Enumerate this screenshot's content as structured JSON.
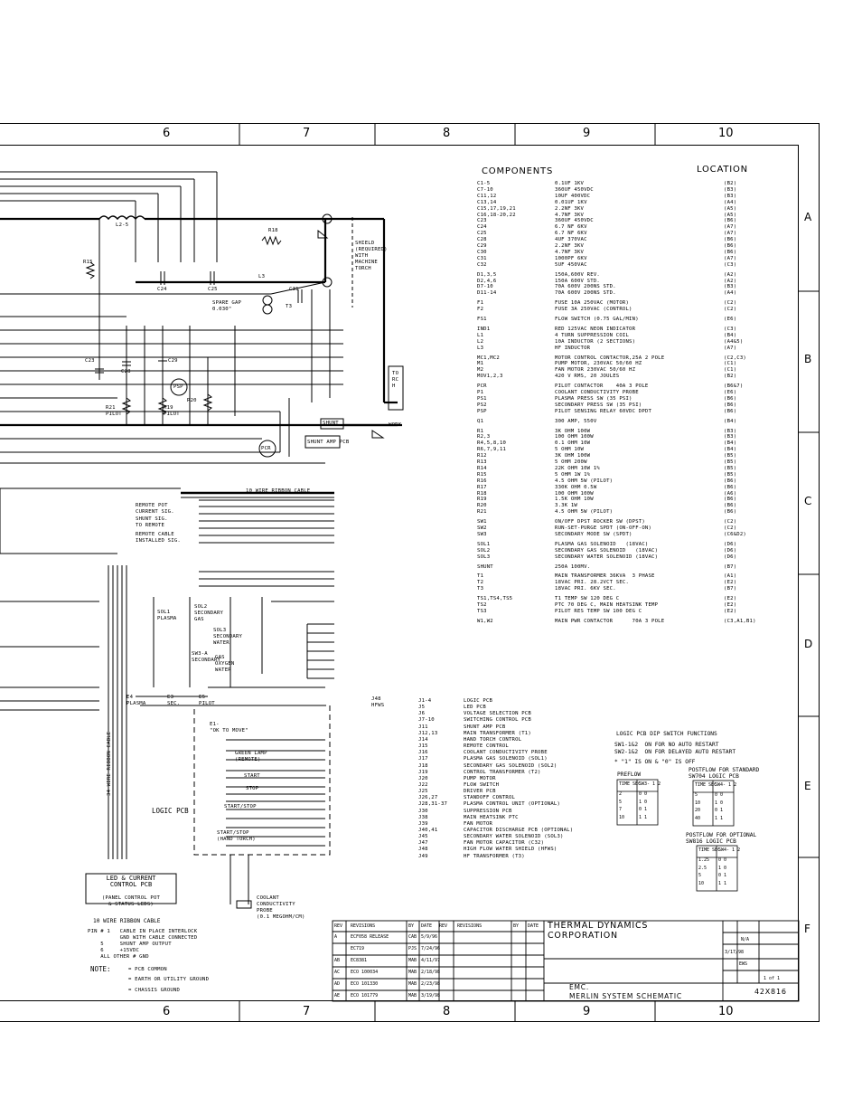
{
  "columns": [
    "6",
    "7",
    "8",
    "9",
    "10"
  ],
  "rows": [
    "A",
    "B",
    "C",
    "D",
    "E",
    "F"
  ],
  "components_header": "COMPONENTS",
  "location_header": "LOCATION",
  "components": [
    [
      "C1-5",
      "0.1UF 1KV",
      "(B2)"
    ],
    [
      "C7-10",
      "360UF 450VDC",
      "(B3)"
    ],
    [
      "C11,12",
      "10UF 400VDC",
      "(B3)"
    ],
    [
      "C13,14",
      "0.01UF 1KV",
      "(A4)"
    ],
    [
      "C15,17,19,21",
      "2.2NF 3KV",
      "(A5)"
    ],
    [
      "C16,18-20,22",
      "4.7NF 3KV",
      "(A5)"
    ],
    [
      "C23",
      "360UF 450VDC",
      "(B6)"
    ],
    [
      "C24",
      "6.7 NF 6KV",
      "(A7)"
    ],
    [
      "C25",
      "6.7 NF 6KV",
      "(A7)"
    ],
    [
      "C28",
      "4UF 370VAC",
      "(B6)"
    ],
    [
      "C29",
      "2.2NF 3KV",
      "(B6)"
    ],
    [
      "C30",
      "4.7NF 3KV",
      "(B6)"
    ],
    [
      "C31",
      "1000PF 6KV",
      "(A7)"
    ],
    [
      "C32",
      "5UF 450VAC",
      "(C3)"
    ],
    [
      "",
      "",
      ""
    ],
    [
      "D1,3,5",
      "150A,600V REV.",
      "(A2)"
    ],
    [
      "D2,4,6",
      "150A 600V STD.",
      "(A2)"
    ],
    [
      "D7-10",
      "70A 600V 200NS STD.",
      "(B3)"
    ],
    [
      "D11-14",
      "70A 600V 200NS STD.",
      "(A4)"
    ],
    [
      "",
      "",
      ""
    ],
    [
      "F1",
      "FUSE 10A 250VAC (MOTOR)",
      "(C2)"
    ],
    [
      "F2",
      "FUSE 3A 250VAC (CONTROL)",
      "(C2)"
    ],
    [
      "",
      "",
      ""
    ],
    [
      "FS1",
      "FLOW SWITCH (0.75 GAL/MIN)",
      "(E6)"
    ],
    [
      "",
      "",
      ""
    ],
    [
      "IND1",
      "RED 125VAC NEON INDICATOR",
      "(C3)"
    ],
    [
      "L1",
      "4 TURN SUPPRESSION COIL",
      "(B4)"
    ],
    [
      "L2",
      "10A INDUCTOR (2 SECTIONS)",
      "(A4&5)"
    ],
    [
      "L3",
      "HF INDUCTOR",
      "(A7)"
    ],
    [
      "",
      "",
      ""
    ],
    [
      "MC1,MC2",
      "MOTOR CONTROL CONTACTOR,25A 2 POLE",
      "(C2,C3)"
    ],
    [
      "M1",
      "PUMP MOTOR, 230VAC 50/60 HZ",
      "(C1)"
    ],
    [
      "M2",
      "FAN MOTOR 230VAC 50/60 HZ",
      "(C1)"
    ],
    [
      "MOV1,2,3",
      "420 V RMS, 20 JOULES",
      "(B2)"
    ],
    [
      "",
      "",
      ""
    ],
    [
      "PCR",
      "PILOT CONTACTOR    40A 3 POLE",
      "(B6&7)"
    ],
    [
      "P1",
      "COOLANT CONDUCTIVITY PROBE",
      "(E6)"
    ],
    [
      "PS1",
      "PLASMA PRESS SW (35 PSI)",
      "(B6)"
    ],
    [
      "PS2",
      "SECONDARY PRESS SW (35 PSI)",
      "(B6)"
    ],
    [
      "PSP",
      "PILOT SENSING RELAY 60VDC DPDT",
      "(B6)"
    ],
    [
      "",
      "",
      ""
    ],
    [
      "Q1",
      "300 AMP, 550V",
      "(B4)"
    ],
    [
      "",
      "",
      ""
    ],
    [
      "R1",
      "3K OHM 100W",
      "(B3)"
    ],
    [
      "R2,3",
      "100 OHM 100W",
      "(B3)"
    ],
    [
      "R4,5,8,10",
      "0.1 OHM 10W",
      "(B4)"
    ],
    [
      "R6,7,9,11",
      "5 OHM 10W",
      "(B4)"
    ],
    [
      "R12",
      "3K OHM 100W",
      "(B5)"
    ],
    [
      "R13",
      "5 OHM 200W",
      "(B5)"
    ],
    [
      "R14",
      "22K OHM 10W 1%",
      "(B5)"
    ],
    [
      "R15",
      "5 OHM 1W 1%",
      "(B5)"
    ],
    [
      "R16",
      "4.5 OHM 5W (PILOT)",
      "(B6)"
    ],
    [
      "R17",
      "330K OHM 0.5W",
      "(B6)"
    ],
    [
      "R18",
      "100 OHM 100W",
      "(A6)"
    ],
    [
      "R19",
      "1.5K OHM 10W",
      "(B6)"
    ],
    [
      "R20",
      "3.3K 1W",
      "(B6)"
    ],
    [
      "R21",
      "4.5 OHM 5W (PILOT)",
      "(B6)"
    ],
    [
      "",
      "",
      ""
    ],
    [
      "SW1",
      "ON/OFF DPST ROCKER SW (DPST)",
      "(C2)"
    ],
    [
      "SW2",
      "RUN-SET-PURGE SPDT (ON-OFF-ON)",
      "(C2)"
    ],
    [
      "SW3",
      "SECONDARY MODE SW (SPDT)",
      "(C6&D2)"
    ],
    [
      "",
      "",
      ""
    ],
    [
      "SOL1",
      "PLASMA GAS SOLENOID   (18VAC)",
      "(D6)"
    ],
    [
      "SOL2",
      "SECONDARY GAS SOLENOID   (18VAC)",
      "(D6)"
    ],
    [
      "SOL3",
      "SECONDARY WATER SOLENOID (18VAC)",
      "(D6)"
    ],
    [
      "",
      "",
      ""
    ],
    [
      "SHUNT",
      "250A 100MV.",
      "(B7)"
    ],
    [
      "",
      "",
      ""
    ],
    [
      "T1",
      "MAIN TRANSFORMER 36KVA  3 PHASE",
      "(A1)"
    ],
    [
      "T2",
      "18VAC PRI. 28.2VCT SEC.",
      "(E2)"
    ],
    [
      "T3",
      "18VAC PRI. 6KV SEC.",
      "(B7)"
    ],
    [
      "",
      "",
      ""
    ],
    [
      "TS1,TS4,TS5",
      "T1 TEMP SW 120 DEG C",
      "(E2)"
    ],
    [
      "TS2",
      "PTC 70 DEG C, MAIN HEATSINK TEMP",
      "(E2)"
    ],
    [
      "TS3",
      "PILOT RES TEMP SW 100 DEG C",
      "(E2)"
    ],
    [
      "",
      "",
      ""
    ],
    [
      "W1,W2",
      "MAIN PWR CONTACTOR      70A 3 POLE",
      "(C3,A1,B1)"
    ]
  ],
  "connectors": [
    [
      "J1-4",
      "LOGIC PCB"
    ],
    [
      "J5",
      "LED PCB"
    ],
    [
      "J6",
      "VOLTAGE SELECTION PCB"
    ],
    [
      "J7-10",
      "SWITCHING CONTROL PCB"
    ],
    [
      "J11",
      "SHUNT AMP PCB"
    ],
    [
      "J12,13",
      "MAIN TRANSFORMER (T1)"
    ],
    [
      "J14",
      "HAND TORCH CONTROL"
    ],
    [
      "J15",
      "REMOTE CONTROL"
    ],
    [
      "J16",
      "COOLANT CONDUCTIVITY PROBE"
    ],
    [
      "J17",
      "PLASMA GAS SOLENOID (SOL1)"
    ],
    [
      "J18",
      "SECONDARY GAS SOLENOID (SOL2)"
    ],
    [
      "J19",
      "CONTROL TRANSFORMER (T2)"
    ],
    [
      "J20",
      "PUMP MOTOR"
    ],
    [
      "J22",
      "FLOW SWITCH"
    ],
    [
      "J25",
      "DRIVER PCB"
    ],
    [
      "J26,27",
      "STANDOFF CONTROL"
    ],
    [
      "J28,31-37",
      "PLASMA CONTROL UNIT (OPTIONAL)"
    ],
    [
      "J30",
      "SUPPRESSION PCB"
    ],
    [
      "J38",
      "MAIN HEATSINK PTC"
    ],
    [
      "J39",
      "FAN MOTOR"
    ],
    [
      "J40,41",
      "CAPACITOR DISCHARGE PCB (OPTIONAL)"
    ],
    [
      "J45",
      "SECONDARY WATER SOLENOID (SOL3)"
    ],
    [
      "J47",
      "FAN MOTOR CAPACITOR (C32)"
    ],
    [
      "J48",
      "HIGH FLOW WATER SHIELD (HFWS)"
    ],
    [
      "J49",
      "HF TRANSFORMER (T3)"
    ]
  ],
  "dip": {
    "title": "LOGIC PCB DIP SWITCH FUNCTIONS",
    "lines": [
      "SW1-1&2  ON FOR NO AUTO RESTART",
      "SW2-1&2  ON FOR DELAYED AUTO RESTART",
      "* \"1\" IS ON & \"0\" IS OFF"
    ],
    "preflow_title": "PREFLOW",
    "postflow_std_title": "POSTFLOW FOR STANDARD\nSW704 LOGIC PCB",
    "postflow_opt_title": "POSTFLOW FOR OPTIONAL\nSW816 LOGIC PCB",
    "preflow_rows": [
      [
        "TIME SEC",
        "SW3- 1 2"
      ],
      [
        "2",
        "0 0"
      ],
      [
        "5",
        "1 0"
      ],
      [
        "7",
        "0 1"
      ],
      [
        "10",
        "1 1"
      ]
    ],
    "post_std_rows": [
      [
        "TIME SEC",
        "SW4- 1 2"
      ],
      [
        "5",
        "0 0"
      ],
      [
        "10",
        "1 0"
      ],
      [
        "20",
        "0 1"
      ],
      [
        "40",
        "1 1"
      ]
    ],
    "post_opt_rows": [
      [
        "TIME SEC",
        "SW4- 1 2"
      ],
      [
        "1.25",
        "0 0"
      ],
      [
        "2.5",
        "1 0"
      ],
      [
        "5",
        "0 1"
      ],
      [
        "10",
        "1 1"
      ]
    ]
  },
  "diagram_labels": {
    "l2": "L2-5",
    "r15": "R15",
    "r18": "R18",
    "c24": "C24",
    "c25": "C25",
    "c31": "C31",
    "c23": "C23",
    "c28": "C28",
    "c29": "C29",
    "r21": "R21",
    "r19": "R19",
    "r20": "R20",
    "pilot1": "PILOT",
    "pilot2": "PILOT",
    "l3": "L3",
    "t3": "T3",
    "sparegap": "SPARE GAP\n0.030\"",
    "shield": "SHIELD\n(REQUIRED)\nWITH\nMACHINE\nTORCH",
    "torch": "TORCH",
    "work": "WORK",
    "shunt": "SHUNT",
    "shunt_amp": "SHUNT AMP PCB",
    "pcr": "PCR",
    "psp": "PSP",
    "ribbon": "10 WIRE RIBBON CABLE",
    "remote_pot": "REMOTE POT\nCURRENT SIG.",
    "shunt_sig": "SHUNT SIG.\nTO REMOTE",
    "remote_cable": "REMOTE CABLE\nINSTALLED SIG.",
    "sol1": "SOL1\nPLASMA",
    "sol2": "SOL2\nSECONDARY\nGAS",
    "sol3": "SOL3\nSECONDARY\nWATER",
    "sw3a": "SW3-A\nSECONDARY",
    "gas_oxy": "GAS\nOXYGEN\nWATER",
    "e4": "E4\nPLASMA",
    "e3": "E3\nSEC.",
    "e5": "E5\nPILOT",
    "ok_to_move": "E1-\n\"OK TO MOVE\"",
    "green_lamp": "GREEN LAMP\n(REMOTE)",
    "start": "START",
    "stop": "STOP",
    "startstop": "START/STOP",
    "startstop_hand": "START/STOP\n(HAND TORCH)",
    "logic_pcb": "LOGIC PCB",
    "led_box": "LED & CURRENT\nCONTROL PCB",
    "led_box_sub": "(PANEL CONTROL POT\n& STATUS LEDS)",
    "ribbon_vert": "34 WIRE RIBBON CABLE",
    "coolant": "COOLANT\nCONDUCTIVITY\nPROBE\n(0.1 MEGOHM/CM)",
    "hfws": "J48\nHFWS",
    "ribbon_bottom": "10 WIRE RIBBON CABLE"
  },
  "pin_notes": "PIN # 1   CABLE IN PLACE INTERLOCK\n          GND WITH CABLE CONNECTED\n    5     SHUNT AMP OUTPUT\n    6     +15VDC\n    ALL OTHER # GND",
  "notes_title": "NOTE:",
  "notes": [
    "= PCB COMMON",
    "= EARTH OR UTILITY GROUND",
    "= CHASSIS GROUND"
  ],
  "title_block": {
    "company1": "THERMAL DYNAMICS",
    "company2": "CORPORATION",
    "title1": "EMC.",
    "title2": "MERLIN SYSTEM SCHEMATIC",
    "drawing_no": "42X816",
    "sheet": "1 of 1",
    "date": "3/17/98",
    "drawn": "EWS",
    "scale": "N/A",
    "rev_header": [
      "REV",
      "REVISIONS",
      "BY",
      "DATE"
    ],
    "revisions": [
      [
        "A",
        "ECF058 RELEASE",
        "CAB",
        "5/9/96"
      ],
      [
        "",
        "EC719",
        "PJS",
        "7/24/96"
      ],
      [
        "AB",
        "EC8381",
        "MAB",
        "4/11/97"
      ],
      [
        "AC",
        "ECO 100034",
        "MAB",
        "2/18/98"
      ],
      [
        "AD",
        "ECO 101330",
        "MAB",
        "2/23/98"
      ],
      [
        "AE",
        "ECO 101779",
        "MAB",
        "3/19/98"
      ]
    ]
  }
}
